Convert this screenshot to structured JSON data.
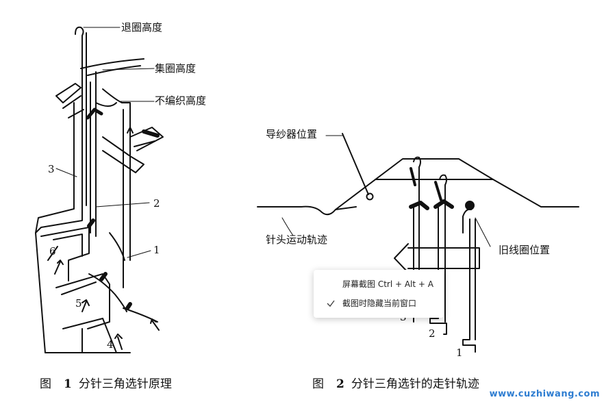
{
  "figure1": {
    "labels": {
      "retract_height": "退圈高度",
      "tuck_height": "集圈高度",
      "miss_height": "不编织高度"
    },
    "numbers": [
      "1",
      "2",
      "3",
      "4",
      "5",
      "6"
    ],
    "caption_prefix": "图",
    "caption_num": "1",
    "caption_text": "分针三角选针原理"
  },
  "figure2": {
    "labels": {
      "yarn_guide_position": "导纱器位置",
      "needle_trajectory": "针头运动轨迹",
      "old_loop_position": "旧线圈位置"
    },
    "numbers": [
      "1",
      "2",
      "3"
    ],
    "caption_prefix": "图",
    "caption_num": "2",
    "caption_text": "分针三角选针的走针轨迹"
  },
  "context_menu": {
    "item1": "屏幕截图 Ctrl + Alt + A",
    "item2": "截图时隐藏当前窗口",
    "item2_checked": true
  },
  "watermark": "www.cuzhiwang.com",
  "colors": {
    "watermark": "#2e7dd1",
    "ink": "#111111"
  }
}
